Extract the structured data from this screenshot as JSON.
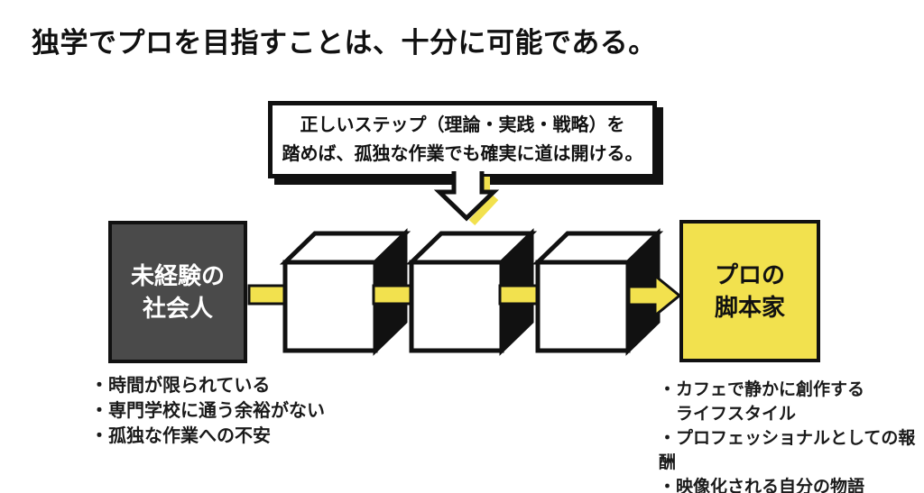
{
  "title": "独学でプロを目指すことは、十分に可能である。",
  "callout": {
    "text": "正しいステップ（理論・実践・戦略）を\n踏めば、孤独な作業でも確実に道は開ける。"
  },
  "flow": {
    "start_box_label": "未経験の\n社会人",
    "end_box_label": "プロの\n脚本家",
    "step_count": 3
  },
  "start_points": [
    "・時間が限られている",
    "・専門学校に通う余裕がない",
    "・孤独な作業への不安"
  ],
  "end_points": [
    "・カフェで静かに創作する\n　ライフスタイル",
    "・プロフェッショナルとしての報酬",
    "・映像化される自分の物語"
  ],
  "colors": {
    "accent_yellow": "#f2e14e",
    "dark_gray": "#4a4a4a",
    "ink": "#111111"
  }
}
